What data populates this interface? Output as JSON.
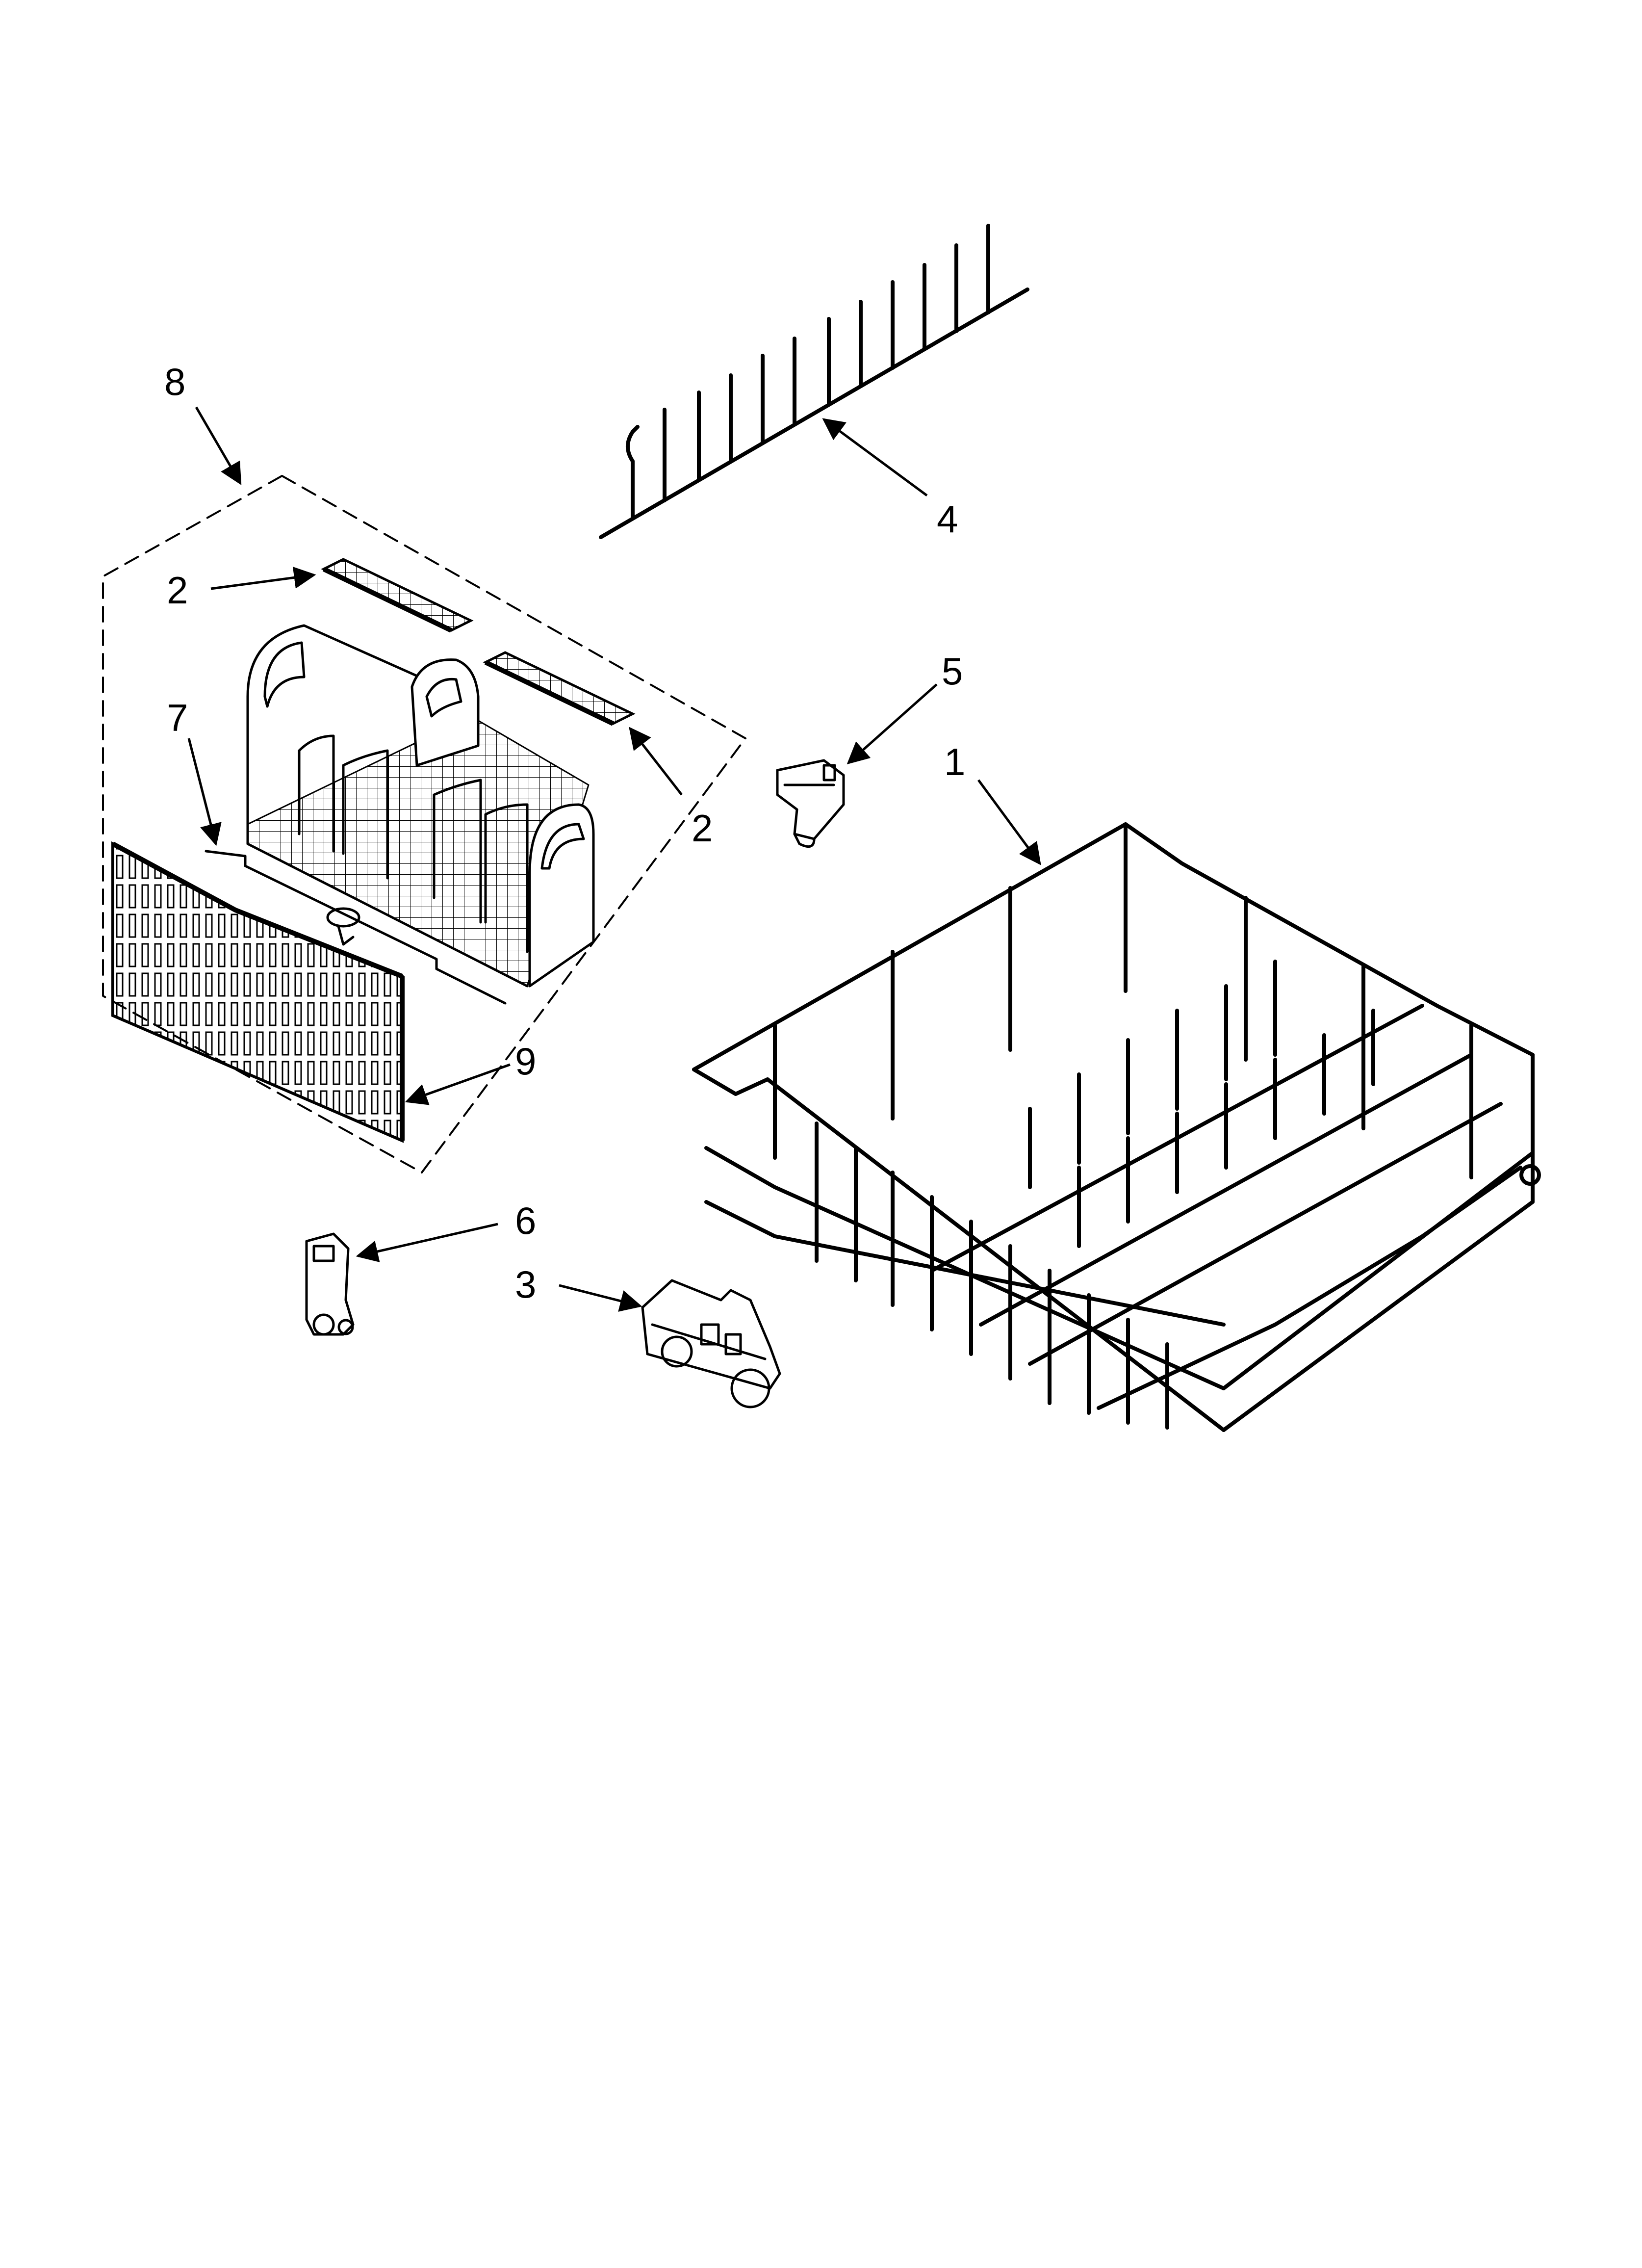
{
  "diagram": {
    "callouts": {
      "rack": "1",
      "cup_left": "2",
      "cup_right": "2",
      "wheel_clip_assembly": "3",
      "tine_row": "4",
      "clip_upper": "5",
      "clip_lower": "6",
      "divider": "7",
      "basket_assembly": "8",
      "basket_cover": "9"
    },
    "colors": {
      "ink": "#000000",
      "background": "#ffffff"
    }
  }
}
